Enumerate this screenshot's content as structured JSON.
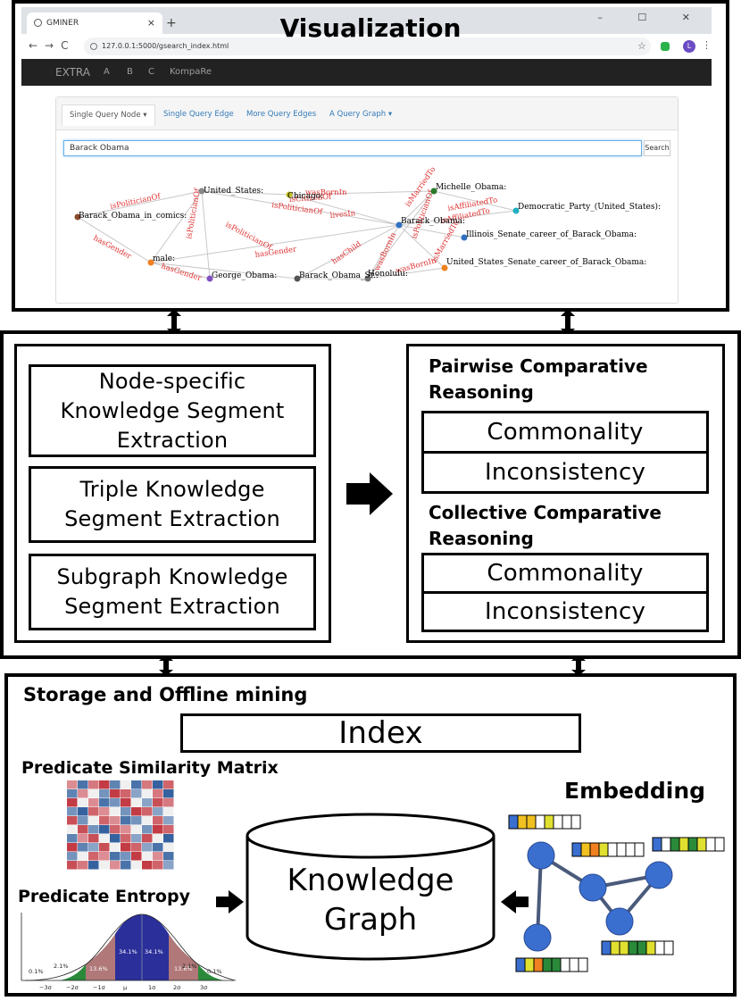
{
  "visualization": {
    "title": "Visualization",
    "browser": {
      "tab_title": "GMINER",
      "tab_close": "×",
      "new_tab": "+",
      "window_buttons": "–  ☐  ✕",
      "nav_icons": "←→C",
      "url": "127.0.0.1:5000/gsearch_index.html",
      "star": "☆",
      "profile": "L",
      "menu": "⋮",
      "navbar": {
        "brand": "EXTRA",
        "items": [
          "A",
          "B",
          "C",
          "KompaRe"
        ]
      },
      "query_tabs": [
        "Single Query Node ▾",
        "Single Query Edge",
        "More Query Edges",
        "A Query Graph ▾"
      ],
      "search_value": "Barack Obama",
      "search_button": "Search",
      "graph": {
        "nodes": [
          {
            "label": "United_States:",
            "color": "#888888"
          },
          {
            "label": "Chicago:",
            "color": "#c0c020"
          },
          {
            "label": "Michelle_Obama:",
            "color": "#2a7a2a"
          },
          {
            "label": "Democratic_Party_(United_States):",
            "color": "#20b0c0"
          },
          {
            "label": "Barack_Obama:",
            "color": "#3070c0"
          },
          {
            "label": "Illinois_Senate_career_of_Barack_Obama:",
            "color": "#3070c0"
          },
          {
            "label": "United_States_Senate_career_of_Barack_Obama:",
            "color": "#f08020"
          },
          {
            "label": "Barack_Obama_in_comics:",
            "color": "#8a4a2a"
          },
          {
            "label": "male:",
            "color": "#f08020"
          },
          {
            "label": "George_Obama:",
            "color": "#8050c0"
          },
          {
            "label": "Barack_Obama_Sr.:",
            "color": "#555555"
          },
          {
            "label": "Honolulu:",
            "color": "#777777"
          }
        ],
        "edge_labels": [
          "isPoliticianOf",
          "isCitizenOf",
          "wasBornIn",
          "livesIn",
          "isMarriedTo",
          "isAffiliatedTo",
          "isPoliticianOf",
          "isPoliticianOf",
          "hasGender",
          "hasGender",
          "hasGender",
          "hasChild",
          "wasBornIn",
          "wasBornIn",
          "isPoliticianOf",
          "isPoliticianOf",
          "isAffiliatedTo",
          "isMarriedTo"
        ]
      }
    }
  },
  "reasoning": {
    "extraction": [
      "Node-specific Knowledge Segment Extraction",
      "Triple Knowledge Segment Extraction",
      "Subgraph Knowledge Segment Extraction"
    ],
    "pairwise": {
      "title": "Pairwise Comparative Reasoning",
      "items": [
        "Commonality",
        "Inconsistency"
      ]
    },
    "collective": {
      "title": "Collective Comparative Reasoning",
      "items": [
        "Commonality",
        "Inconsistency"
      ]
    }
  },
  "storage": {
    "title": "Storage and Offline mining",
    "index": "Index",
    "similarity_title": "Predicate Similarity Matrix",
    "entropy_title": "Predicate Entropy",
    "embedding_title": "Embedding",
    "kg_line1": "Knowledge",
    "kg_line2": "Graph",
    "normal_curve": {
      "percents": [
        "0.1%",
        "2.1%",
        "13.6%",
        "34.1%",
        "34.1%",
        "13.6%",
        "2.1%",
        "0.1%"
      ],
      "axis": [
        "−3σ",
        "−2σ",
        "−1σ",
        "μ",
        "1σ",
        "2σ",
        "3σ"
      ],
      "colors": {
        "center": "#2b2f9a",
        "mid": "#b07878",
        "tail": "#2a8a3a"
      }
    },
    "matrix_colors": {
      "red": "#c0303a",
      "blue": "#2a5a9a",
      "light": "#f0f0f0"
    },
    "graph_node_color": "#3a6fd0"
  }
}
